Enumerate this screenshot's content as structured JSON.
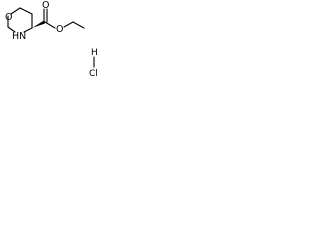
{
  "molecule": {
    "ring_oxygen": "O",
    "ring_nitrogen": "HN",
    "carbonyl_oxygen": "O",
    "ester_oxygen": "O",
    "salt_h": "H",
    "salt_cl": "Cl",
    "stereo_mark": "wedge-bond"
  }
}
